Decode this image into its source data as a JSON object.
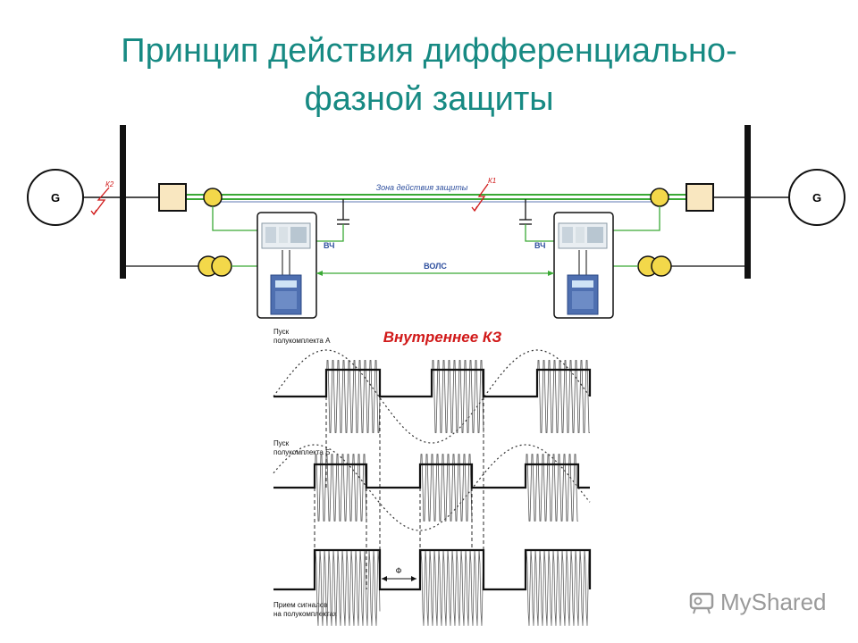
{
  "slide": {
    "title_line1": "Принцип действия дифференциально-",
    "title_line2": "фазной защиты"
  },
  "scheme": {
    "generator_left": "G",
    "generator_right": "G",
    "fault_external": "К2",
    "fault_internal": "К1",
    "zone_label": "Зона действия защиты",
    "hf_left": "ВЧ",
    "hf_right": "ВЧ",
    "fiber_link": "ВОЛС"
  },
  "waveforms": {
    "title": "Внутреннее КЗ",
    "row1_label_line1": "Пуск",
    "row1_label_line2": "полукомплекта А",
    "row2_label_line1": "Пуск",
    "row2_label_line2": "полукомплекта Б",
    "row3_label_line1": "Прием сигналов",
    "row3_label_line2": "на полукомплектах",
    "phase_label": "Ф"
  },
  "colors": {
    "title": "#178a83",
    "line_green": "#3aa935",
    "fault_red": "#d11a1a",
    "ct_yellow": "#f3d84a",
    "zone_text": "#2e4f9e"
  },
  "watermark": {
    "text": "MyShared",
    "icon": "projector-icon"
  }
}
